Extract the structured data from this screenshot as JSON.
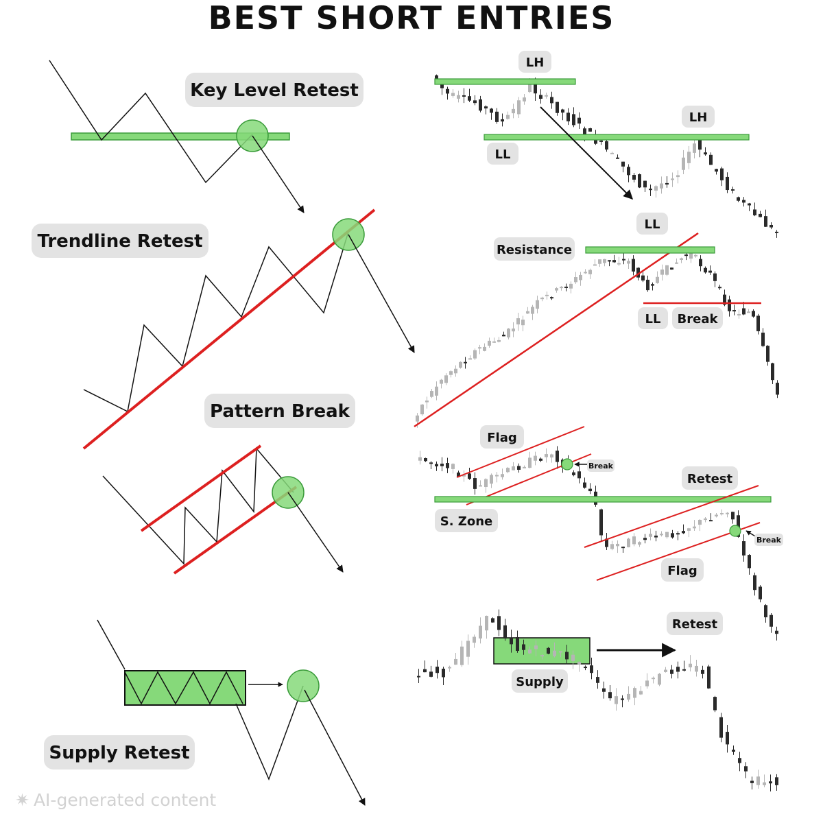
{
  "title": "BEST SHORT ENTRIES",
  "labels": {
    "key_level": "Key Level Retest",
    "trendline": "Trendline Retest",
    "pattern": "Pattern Break",
    "supply": "Supply Retest"
  },
  "chart_tags": {
    "lh": "LH",
    "ll": "LL",
    "resistance": "Resistance",
    "break": "Break",
    "flag": "Flag",
    "s_zone": "S. Zone",
    "retest": "Retest",
    "supply": "Supply"
  },
  "watermark": "AI-generated content",
  "colors": {
    "green_fill": "#86d97a",
    "green_stroke": "#3a9b3a",
    "red": "#dd2020",
    "candle_gray": "#b5b5b5",
    "candle_dark": "#2a2a2a"
  }
}
